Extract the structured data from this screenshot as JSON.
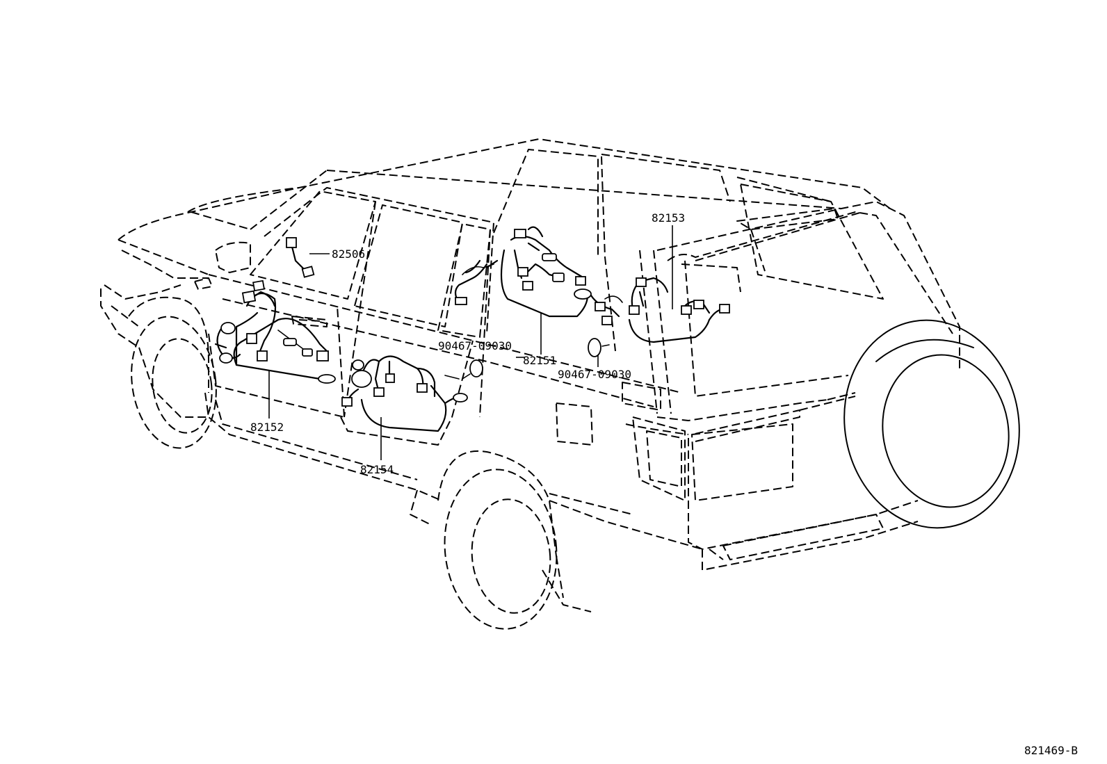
{
  "diagram": {
    "labels": {
      "p82506": "82506",
      "p82153": "82153",
      "p90467a": "90467-09030",
      "p82151": "82151",
      "p90467b": "90467-09030",
      "p82152": "82152",
      "p82154": "82154"
    },
    "figure_id": "821469-B"
  }
}
